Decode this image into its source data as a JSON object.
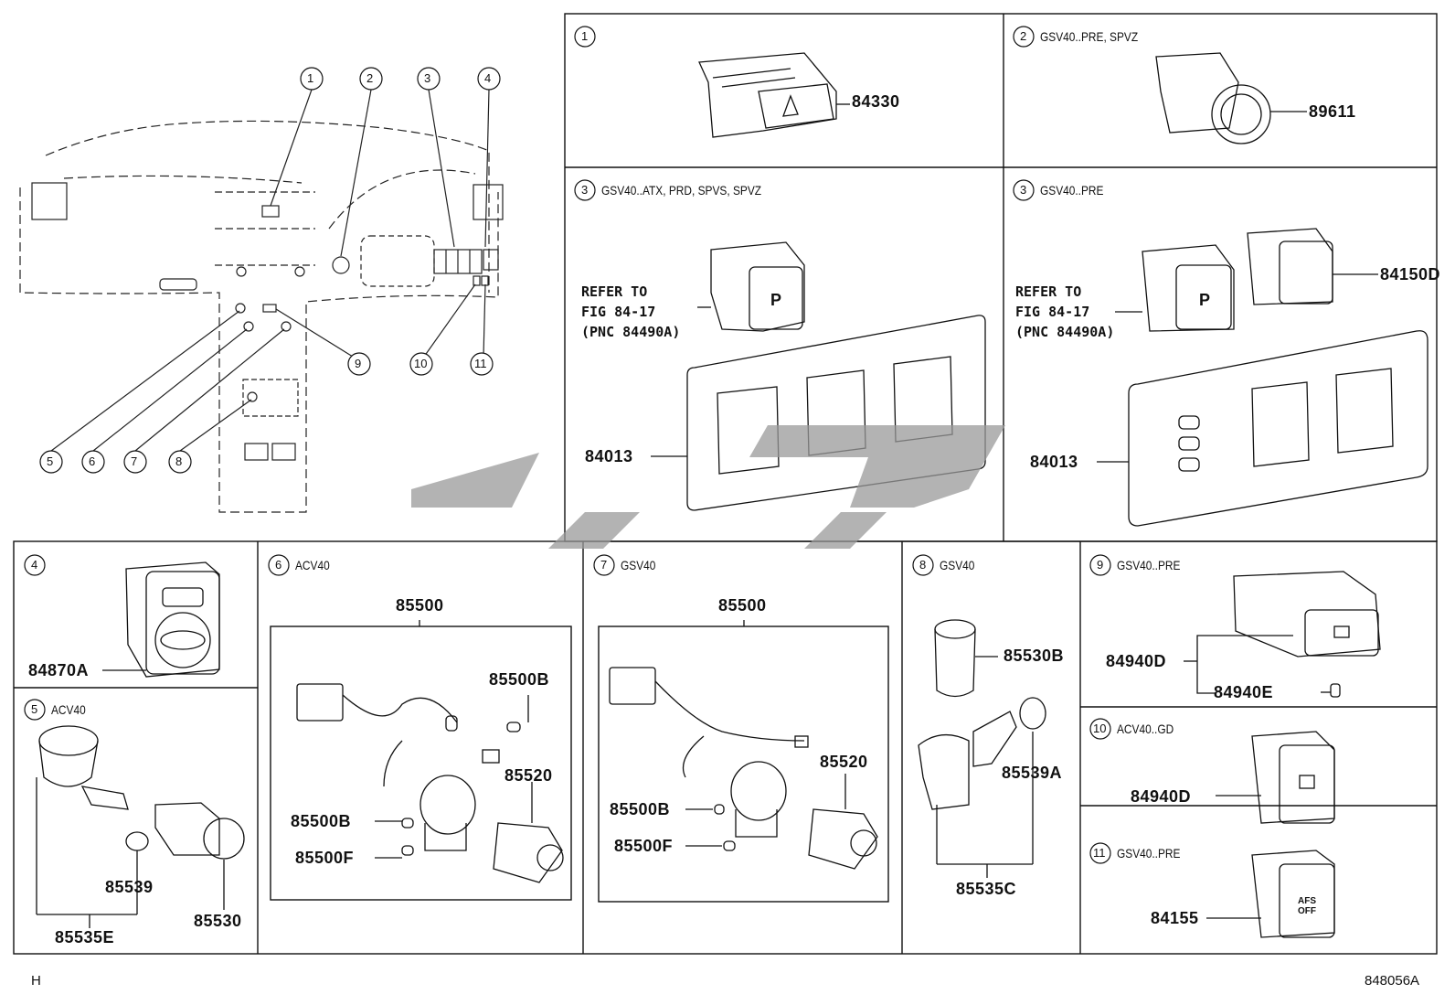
{
  "footer": {
    "left": "H",
    "right": "848056A"
  },
  "overview": {
    "callouts": [
      "1",
      "2",
      "3",
      "4",
      "5",
      "6",
      "7",
      "8",
      "9",
      "10",
      "11"
    ]
  },
  "panels": [
    {
      "num": "1",
      "subtitle": "",
      "parts": [
        "84330"
      ]
    },
    {
      "num": "2",
      "subtitle": "GSV40..PRE, SPVZ",
      "parts": [
        "89611"
      ]
    },
    {
      "num": "3",
      "subtitle": "GSV40..ATX, PRD, SPVS, SPVZ",
      "parts": [
        "84013"
      ],
      "refer": [
        "REFER TO",
        "FIG 84-17",
        "(PNC 84490A)"
      ]
    },
    {
      "num": "3",
      "subtitle": "GSV40..PRE",
      "parts": [
        "84150D",
        "84013"
      ],
      "refer": [
        "REFER TO",
        "FIG 84-17",
        "(PNC 84490A)"
      ]
    },
    {
      "num": "4",
      "subtitle": "",
      "parts": [
        "84870A"
      ]
    },
    {
      "num": "5",
      "subtitle": "ACV40",
      "parts": [
        "85539",
        "85530",
        "85535E"
      ]
    },
    {
      "num": "6",
      "subtitle": "ACV40",
      "parts": [
        "85500",
        "85500B",
        "85520",
        "85500B",
        "85500F"
      ]
    },
    {
      "num": "7",
      "subtitle": "GSV40",
      "parts": [
        "85500",
        "85520",
        "85500B",
        "85500F"
      ]
    },
    {
      "num": "8",
      "subtitle": "GSV40",
      "parts": [
        "85530B",
        "85539A",
        "85535C"
      ]
    },
    {
      "num": "9",
      "subtitle": "GSV40..PRE",
      "parts": [
        "84940D",
        "84940E"
      ]
    },
    {
      "num": "10",
      "subtitle": "ACV40..GD",
      "parts": [
        "84940D"
      ]
    },
    {
      "num": "11",
      "subtitle": "GSV40..PRE",
      "parts": [
        "84155"
      ]
    }
  ],
  "icon_text": {
    "hazard": "",
    "park_assist": "P",
    "afs": [
      "AFS",
      "OFF"
    ]
  },
  "watermark": {
    "name": "logo-watermark",
    "color": "#9a9a9a"
  }
}
